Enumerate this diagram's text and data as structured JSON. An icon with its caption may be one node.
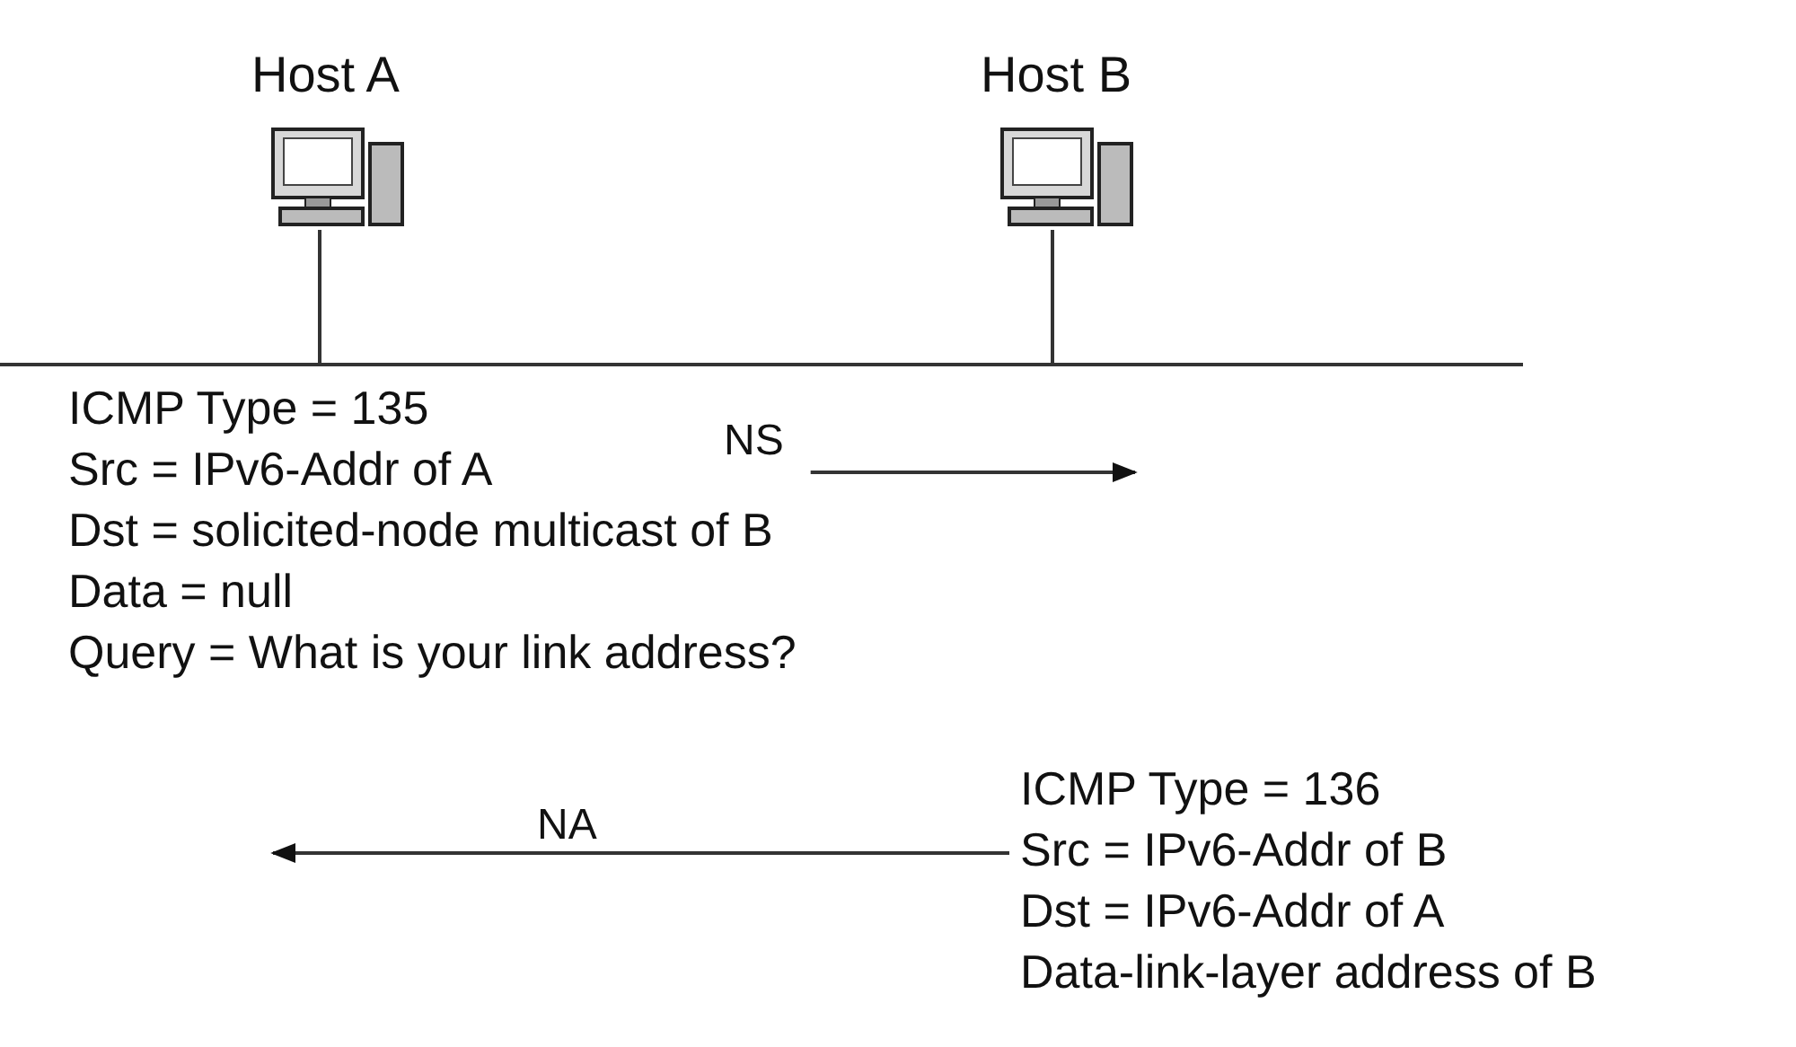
{
  "diagram": {
    "nodes": [
      {
        "text": [
          "Host A"
        ]
      },
      {
        "text": [
          "Host B"
        ]
      },
      {
        "text": [],
        "shape": "bar"
      },
      {
        "text": [
          "ICMP Type = 135",
          "Src = IPv6-Addr of A",
          "Dst = solicited-node multicast of B",
          "Data = null",
          "Query = What is your link address?"
        ]
      },
      {
        "text": [
          "ICMP Type = 136",
          "Src = IPv6-Addr of B",
          "Dst = IPv6-Addr of A",
          "Data-link-layer address of B"
        ]
      }
    ],
    "edges": [
      {
        "from": 0,
        "to": 2,
        "arrow": "none"
      },
      {
        "from": 1,
        "to": 2,
        "arrow": "none"
      },
      {
        "from": 3,
        "to": null,
        "arrow": "to",
        "label": "NS"
      },
      {
        "from": 4,
        "to": null,
        "arrow": "to",
        "label": "NA"
      }
    ]
  }
}
